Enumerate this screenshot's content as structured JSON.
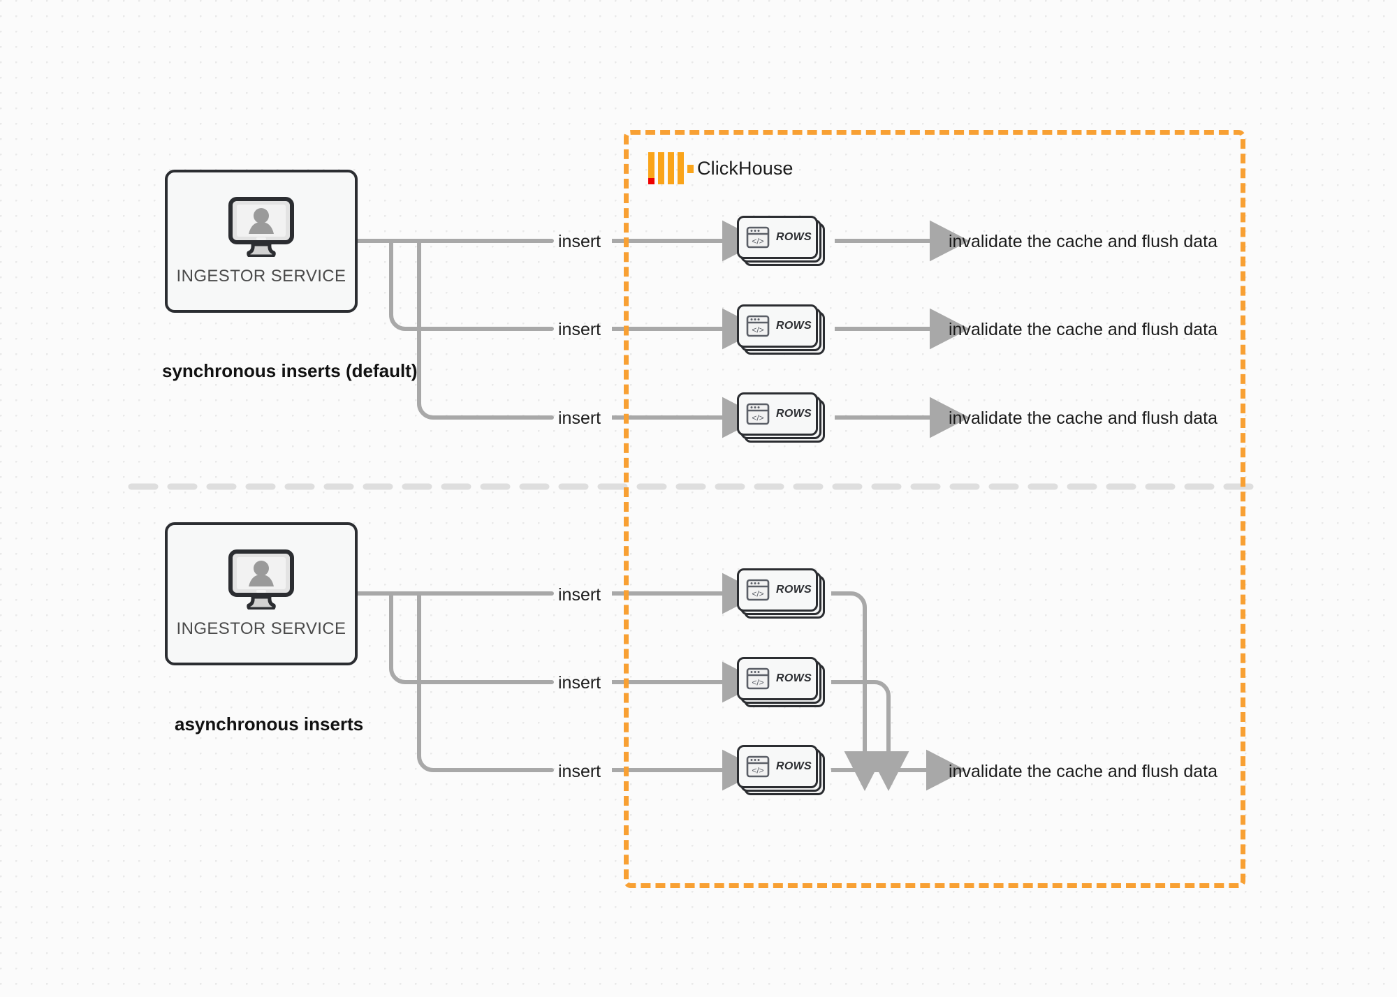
{
  "diagram": {
    "title": "ClickHouse synchronous vs asynchronous inserts",
    "colors": {
      "brand_orange": "#f8a033",
      "logo_orange": "#faa41a",
      "logo_red": "#ef0000",
      "connector_gray": "#a8a8a8",
      "node_border": "#2b2d31",
      "background": "#fbfbfb",
      "divider": "#dedede"
    }
  },
  "clickhouse_container": {
    "brand_label": "ClickHouse",
    "logo_icon": "clickhouse-logo-icon"
  },
  "sections": [
    {
      "id": "synchronous",
      "caption": "synchronous inserts (default)",
      "node": {
        "label": "INGESTOR SERVICE",
        "icon": "monitor-user-icon"
      },
      "edges": [
        {
          "insert_label": "insert",
          "rows_label": "ROWS",
          "result_label": "invalidate the cache and flush data"
        },
        {
          "insert_label": "insert",
          "rows_label": "ROWS",
          "result_label": "invalidate the cache and flush data"
        },
        {
          "insert_label": "insert",
          "rows_label": "ROWS",
          "result_label": "invalidate the cache and flush data"
        }
      ]
    },
    {
      "id": "asynchronous",
      "caption": "asynchronous inserts",
      "node": {
        "label": "INGESTOR SERVICE",
        "icon": "monitor-user-icon"
      },
      "edges": [
        {
          "insert_label": "insert",
          "rows_label": "ROWS"
        },
        {
          "insert_label": "insert",
          "rows_label": "ROWS"
        },
        {
          "insert_label": "insert",
          "rows_label": "ROWS"
        }
      ],
      "result_label": "invalidate the cache and flush data"
    }
  ]
}
